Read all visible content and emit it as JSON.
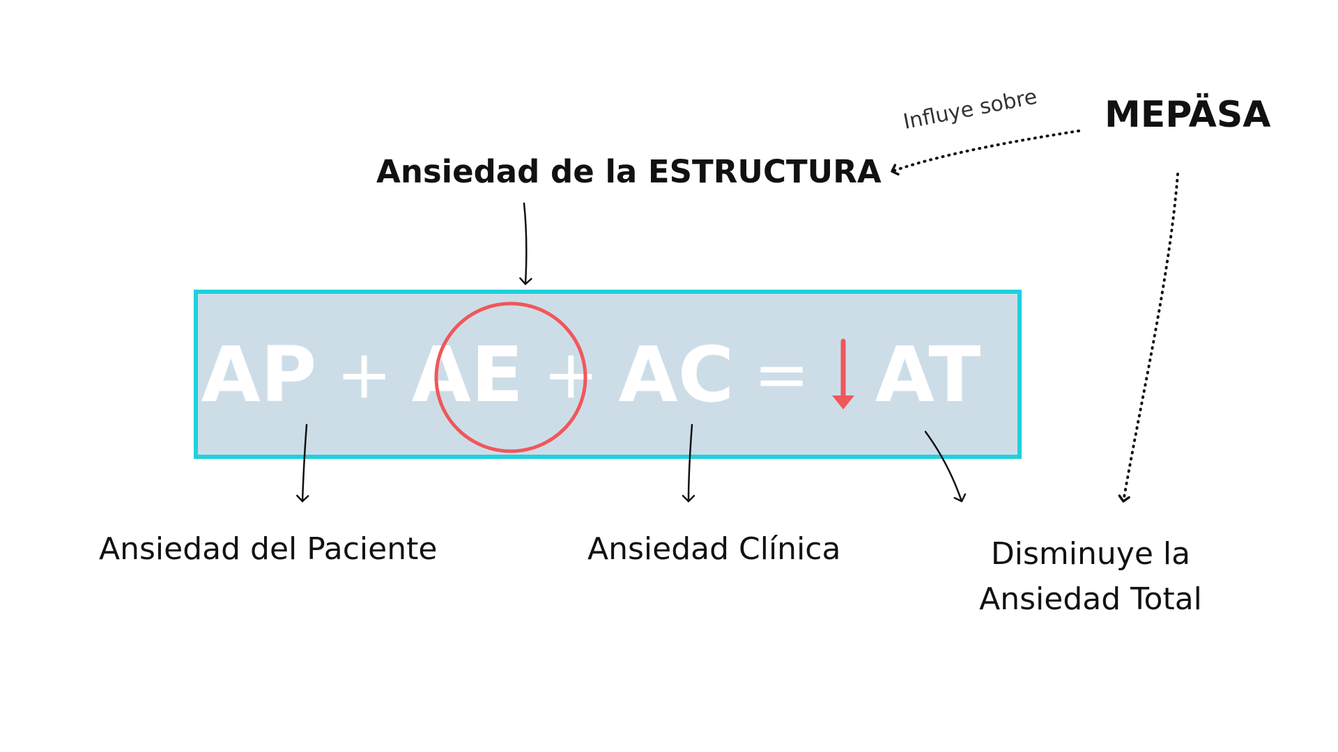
{
  "brand": "MEPÄSA",
  "influence_label": "Influye sobre",
  "structure_label": "Ansiedad de la ESTRUCTURA",
  "formula": {
    "term_patient": "AP",
    "op_plus_1": "+",
    "term_structure": "AE",
    "op_plus_2": "+",
    "term_clinical": "AC",
    "op_equals": "=",
    "term_total": "AT"
  },
  "labels": {
    "patient": "Ansiedad del Paciente",
    "clinical": "Ansiedad Clínica",
    "total": "Disminuye la Ansiedad Total"
  },
  "colors": {
    "box_fill": "#cddde8",
    "box_border": "#1fd0dc",
    "highlight_circle": "#f0575a",
    "down_arrow": "#f0575a",
    "formula_text": "#ffffff",
    "label_text": "#111111"
  },
  "icons": {
    "decrease_indicator": "arrow-down-icon"
  }
}
